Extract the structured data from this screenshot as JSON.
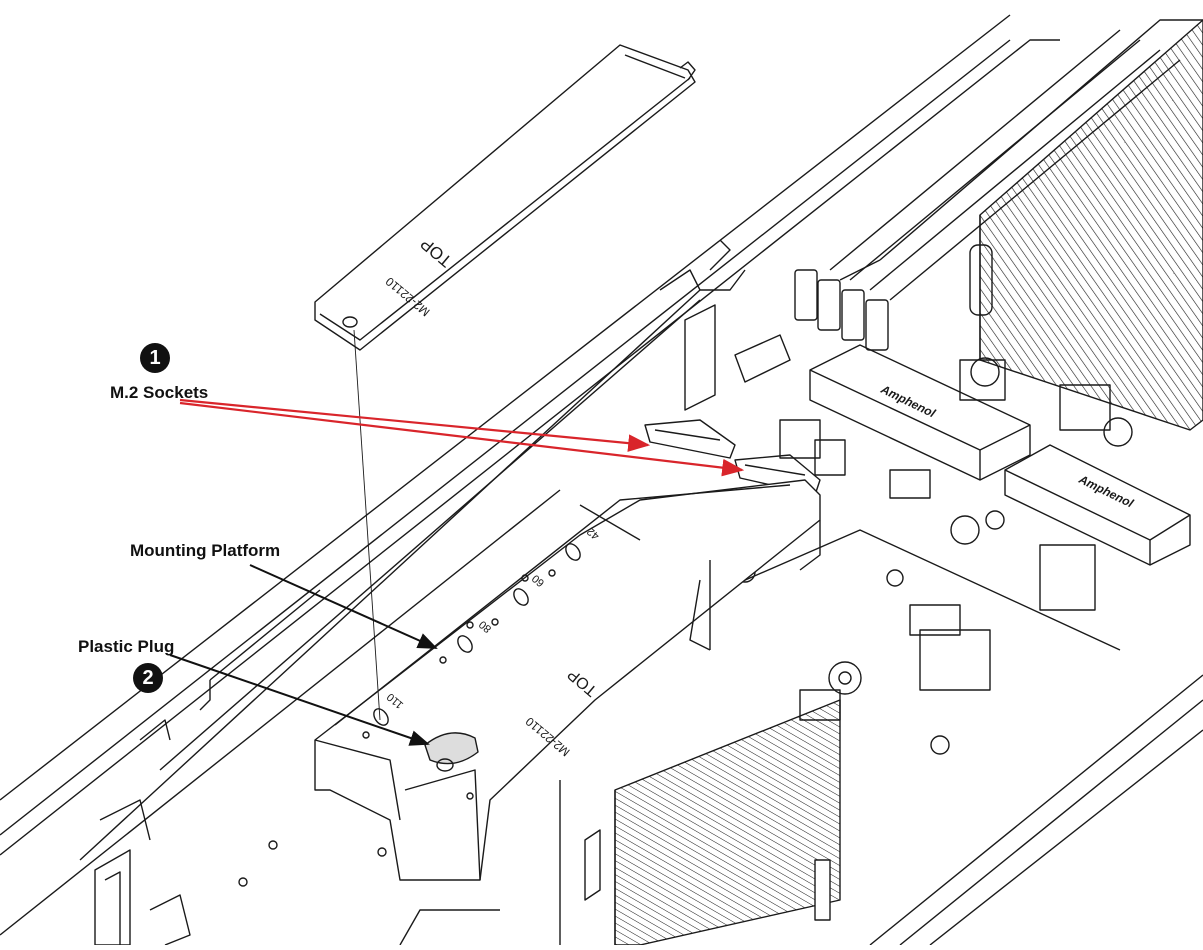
{
  "callouts": {
    "sockets": {
      "number": "1",
      "label": "M.2 Sockets"
    },
    "platform": {
      "label": "Mounting Platform"
    },
    "plug": {
      "number": "2",
      "label": "Plastic Plug"
    }
  },
  "card": {
    "top_text": "TOP",
    "size_text": "M2-22110"
  },
  "platform_marks": {
    "top_text": "TOP",
    "size_text": "M2-22110",
    "pos_42": "42",
    "pos_60": "60",
    "pos_80": "80",
    "pos_110": "110"
  },
  "connectors": {
    "brand": "Amphenol"
  },
  "colors": {
    "callout_arrow_red": "#d9252b",
    "callout_arrow_black": "#111111",
    "line_art": "#1a1a1a"
  }
}
